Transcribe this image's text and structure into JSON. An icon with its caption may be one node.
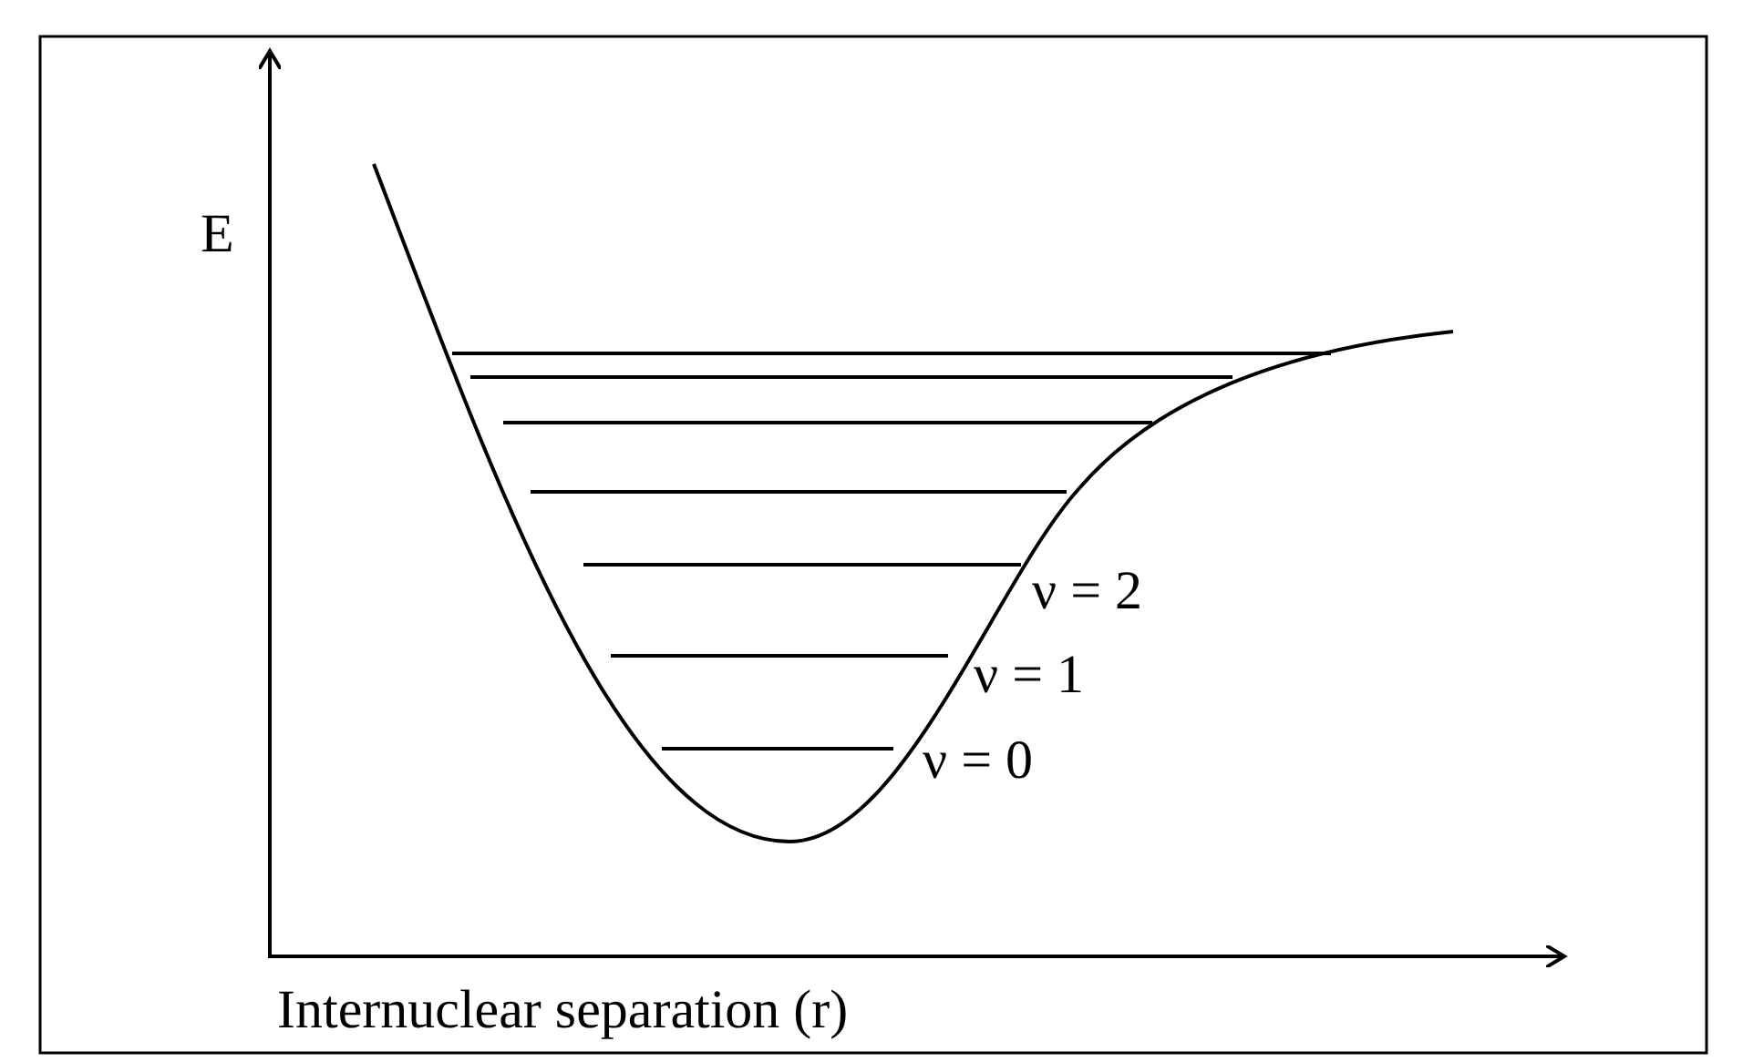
{
  "diagram": {
    "labels": [
      "E",
      "ν = 2",
      "ν = 1",
      "ν = 0",
      "Internuclear separation (r)"
    ]
  }
}
